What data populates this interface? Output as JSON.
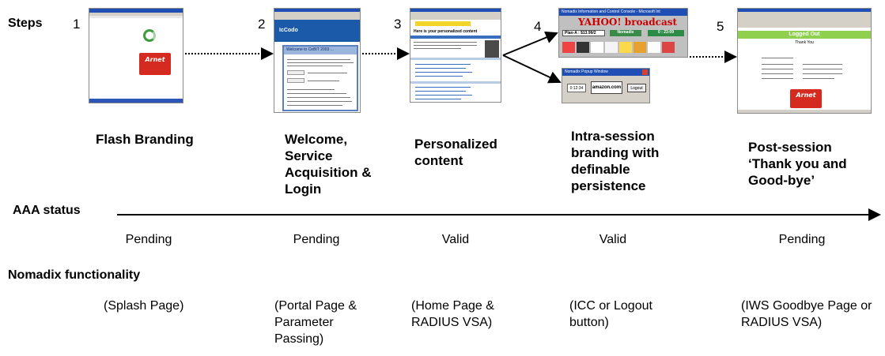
{
  "header": {
    "steps_label": "Steps"
  },
  "steps": [
    {
      "number": "1",
      "title": "Flash Branding",
      "aaa_status": "Pending",
      "functionality": "(Splash Page)"
    },
    {
      "number": "2",
      "title": "Welcome, Service Acquisition & Login",
      "aaa_status": "Pending",
      "functionality": "(Portal Page & Parameter Passing)"
    },
    {
      "number": "3",
      "title": "Personalized content",
      "aaa_status": "Valid",
      "functionality": "(Home Page & RADIUS VSA)"
    },
    {
      "number": "4",
      "title": "Intra-session branding with definable persistence",
      "aaa_status": "Valid",
      "functionality": "(ICC or Logout button)"
    },
    {
      "number": "5",
      "title": "Post-session ‘Thank you and Good-bye’",
      "aaa_status": "Pending",
      "functionality": "(IWS Goodbye Page or RADIUS VSA)"
    }
  ],
  "aaa_status_label": "AAA status",
  "functionality_label": "Nomadix functionality",
  "screens": {
    "arnet_logo": "Arnet",
    "welcome_heading": "Welcome to CeBIT 2003 ...",
    "portal_logo": "IcCodo",
    "personalized_heading": "Here is your personalized content",
    "icc_window_title": "Nomadix Information and Control Console - Microsoft Int",
    "icc_brand": "YAHOO! broadcast",
    "icc_plan": "Plan-A : $13.99/2",
    "icc_nomadix": "Nomadix",
    "icc_time": "0 : 23:09",
    "popup_window_title": "Nomadix Popup Window",
    "popup_time": "0:12:34",
    "popup_brand": "amazon.com",
    "popup_logout": "Logout",
    "goodbye_heading": "Logged Out",
    "goodbye_sub": "Thank You"
  },
  "colors": {
    "arnet_red": "#d42a1f",
    "portal_blue": "#1a5aa8",
    "yahoo_red": "#cc0000",
    "goodbye_green": "#8fd14f",
    "window_title_blue": "#1f4fb4"
  }
}
